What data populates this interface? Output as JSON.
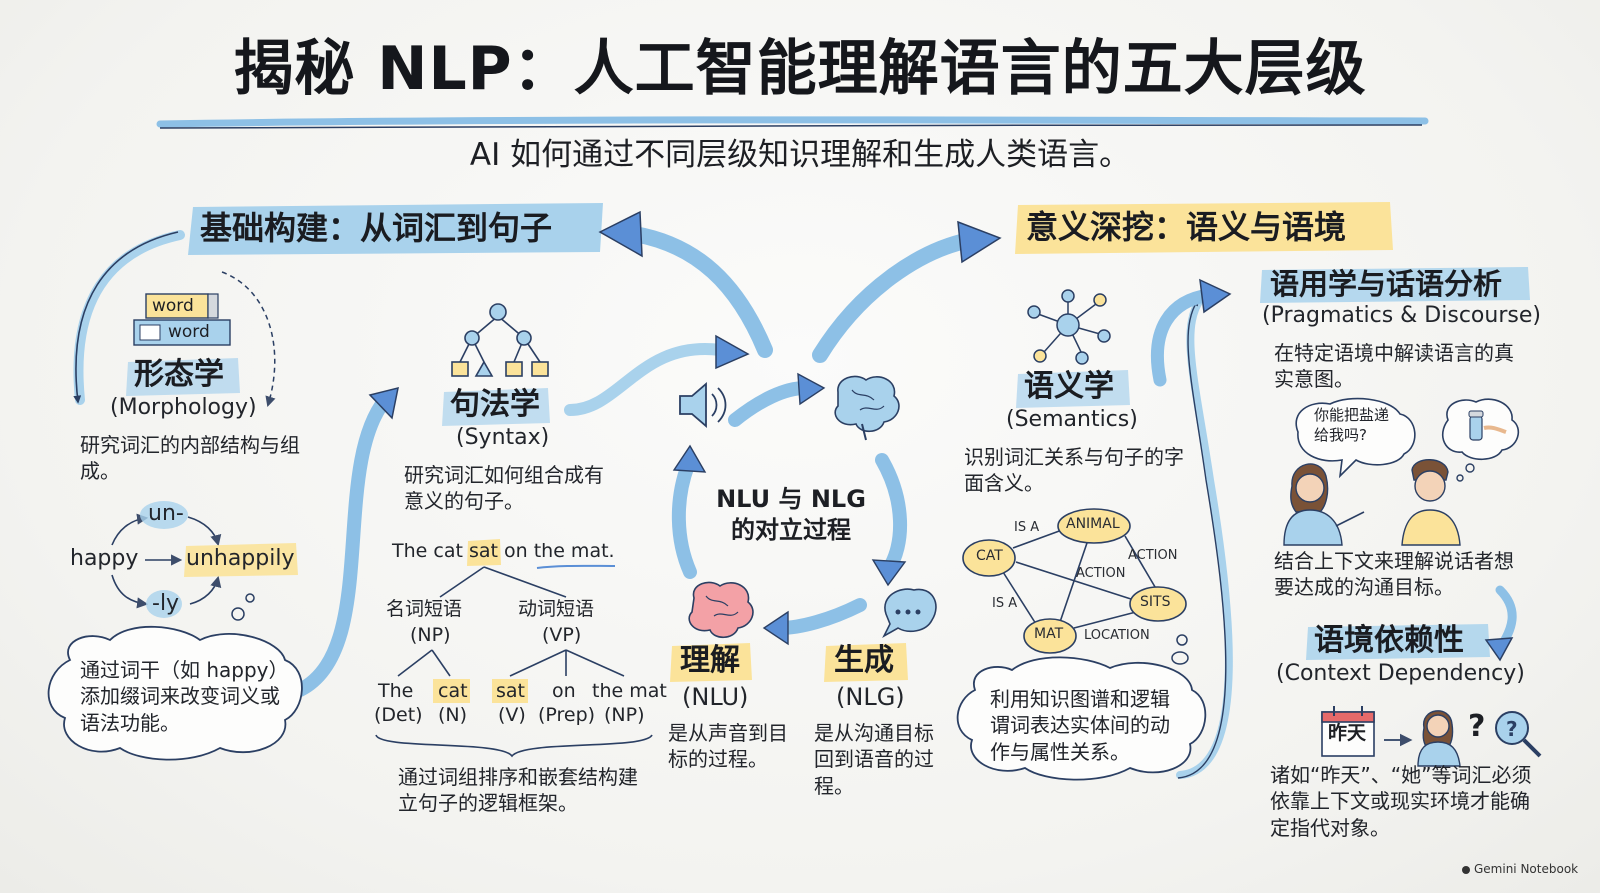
{
  "title": "揭秘 NLP：人工智能理解语言的五大层级",
  "subtitle": "AI 如何通过不同层级知识理解和生成人类语言。",
  "sections": {
    "foundation": "基础构建：从词汇到句子",
    "meaning": "意义深挖：语义与语境"
  },
  "morphology": {
    "word1": "word",
    "word2": "word",
    "title": "形态学",
    "english": "(Morphology)",
    "desc": "研究词汇的内部结构与组成。",
    "prefix": "un-",
    "base": "happy",
    "arrow": "→",
    "result": "unhappily",
    "suffix": "-ly",
    "note": "通过词干（如 happy）添加缀词来改变词义或语法功能。"
  },
  "syntax": {
    "title": "句法学",
    "english": "(Syntax)",
    "desc": "研究词汇如何组合成有意义的句子。",
    "sentence": {
      "before": "The cat ",
      "highlight": "sat",
      "after": " on the mat."
    },
    "np": {
      "label": "名词短语",
      "abbr": "(NP)"
    },
    "vp": {
      "label": "动词短语",
      "abbr": "(VP)"
    },
    "leaves": [
      {
        "word": "The",
        "pos": "(Det)"
      },
      {
        "word": "cat",
        "pos": "(N)"
      },
      {
        "word": "sat",
        "pos": "(V)"
      },
      {
        "word": "on",
        "pos": "(Prep)"
      },
      {
        "word": "the mat",
        "pos": "(NP)"
      }
    ],
    "note": "通过词组排序和嵌套结构建立句子的逻辑框架。"
  },
  "center": {
    "cycle_label": "NLU 与 NLG 的对立过程",
    "nlu_title": "理解",
    "nlu_en": "(NLU)",
    "nlu_desc": "是从声音到目标的过程。",
    "nlg_title": "生成",
    "nlg_en": "(NLG)",
    "nlg_desc": "是从沟通目标回到语音的过程。"
  },
  "semantics": {
    "title": "语义学",
    "english": "(Semantics)",
    "desc": "识别词汇关系与句子的字面含义。",
    "graph": {
      "nodes": [
        "ANIMAL",
        "CAT",
        "SITS",
        "MAT"
      ],
      "edges": [
        {
          "from": "CAT",
          "to": "ANIMAL",
          "label": "IS A"
        },
        {
          "from": "ANIMAL",
          "to": "SITS",
          "label": "ACTION"
        },
        {
          "from": "CAT",
          "to": "SITS",
          "label": "ACTION"
        },
        {
          "from": "CAT",
          "to": "MAT",
          "label": "IS A"
        },
        {
          "from": "MAT",
          "to": "SITS",
          "label": "LOCATION"
        }
      ]
    },
    "note": "利用知识图谱和逻辑谓词表达实体间的动作与属性关系。"
  },
  "pragmatics": {
    "title": "语用学与话语分析",
    "english": "(Pragmatics & Discourse)",
    "desc": "在特定语境中解读语言的真实意图。",
    "speech": "你能把盐递给我吗?",
    "caption": "结合上下文来理解说话者想要达成的沟通目标。"
  },
  "context": {
    "title": "语境依赖性",
    "english": "(Context Dependency)",
    "calendar": "昨天",
    "arrow": "→",
    "question_mark": "?",
    "desc": "诸如“昨天”、“她”等词汇必须依靠上下文或现实环境才能确定指代对象。"
  },
  "watermark": "Gemini Notebook",
  "colors": {
    "blue_banner": "#a9d2ec",
    "yellow_banner": "#fbe39a",
    "arrow_blue": "#5b8fd6",
    "bubble_blue": "#6f9fdc"
  },
  "icons": [
    "tree-icon",
    "speaker-icon",
    "brain-icon",
    "chat-bubble-icon",
    "network-icon",
    "people-icon",
    "calendar-icon",
    "magnifier-icon",
    "person-icon",
    "salt-shaker-icon"
  ]
}
